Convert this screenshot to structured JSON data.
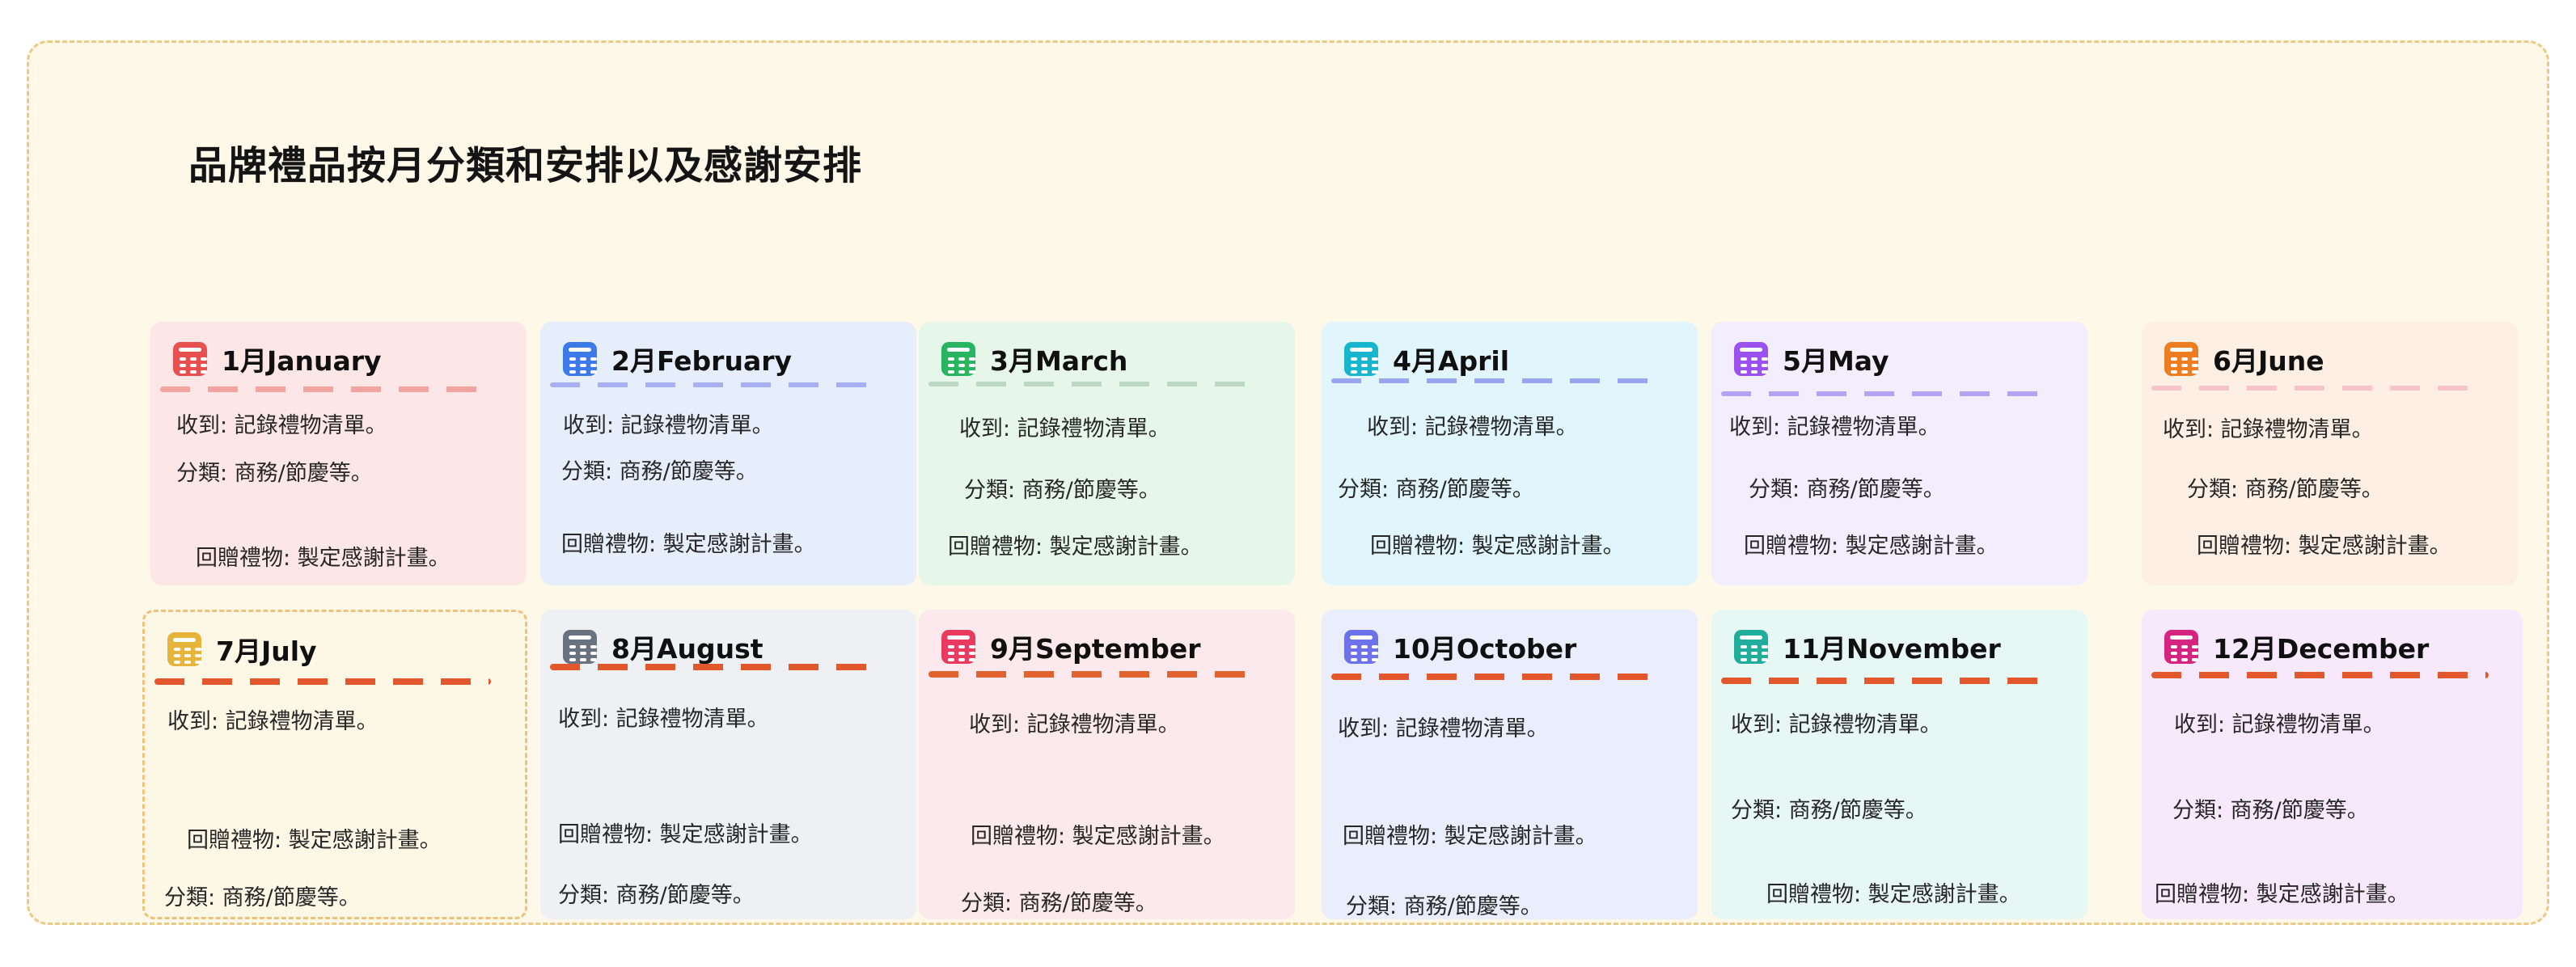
{
  "board": {
    "title": "品牌禮品按月分類和安排以及感謝安排",
    "background": "#fdf8e7",
    "border_color": "#ecca86"
  },
  "cards": [
    {
      "id": "january",
      "title": "1月January",
      "icon": "calendar-icon",
      "icon_color": "#e84f4f",
      "background": "#fce6e6",
      "divider_color": "#f2a4a1",
      "lines": [
        {
          "text": "收到: 記錄禮物清單。"
        },
        {
          "text": "分類: 商務/節慶等。"
        },
        {
          "text": "回贈禮物: 製定感謝計畫。"
        }
      ]
    },
    {
      "id": "february",
      "title": "2月February",
      "icon": "calendar-icon",
      "icon_color": "#3b7ae8",
      "background": "#e7eefb",
      "divider_color": "#a8aff2",
      "lines": [
        {
          "text": "收到: 記錄禮物清單。"
        },
        {
          "text": "分類: 商務/節慶等。"
        },
        {
          "text": "回贈禮物: 製定感謝計畫。"
        }
      ]
    },
    {
      "id": "march",
      "title": "3月March",
      "icon": "calendar-icon",
      "icon_color": "#27b561",
      "background": "#e6f7ea",
      "divider_color": "#bcd8c3",
      "lines": [
        {
          "text": "收到: 記錄禮物清單。"
        },
        {
          "text": "分類: 商務/節慶等。"
        },
        {
          "text": "回贈禮物: 製定感謝計畫。"
        }
      ]
    },
    {
      "id": "april",
      "title": "4月April",
      "icon": "calendar-icon",
      "icon_color": "#17b6ce",
      "background": "#e0f6fc",
      "divider_color": "#98a6ef",
      "lines": [
        {
          "text": "收到: 記錄禮物清單。"
        },
        {
          "text": "分類: 商務/節慶等。"
        },
        {
          "text": "回贈禮物: 製定感謝計畫。"
        }
      ]
    },
    {
      "id": "may",
      "title": "5月May",
      "icon": "calendar-icon",
      "icon_color": "#9b51f0",
      "background": "#f2eefd",
      "divider_color": "#b4a3f2",
      "lines": [
        {
          "text": "收到: 記錄禮物清單。"
        },
        {
          "text": "分類: 商務/節慶等。"
        },
        {
          "text": "回贈禮物: 製定感謝計畫。"
        }
      ]
    },
    {
      "id": "june",
      "title": "6月June",
      "icon": "calendar-icon",
      "icon_color": "#ee7d22",
      "background": "#fdefe3",
      "divider_color": "#f7c3cb",
      "lines": [
        {
          "text": "收到: 記錄禮物清單。"
        },
        {
          "text": "分類: 商務/節慶等。"
        },
        {
          "text": "回贈禮物: 製定感謝計畫。"
        }
      ]
    },
    {
      "id": "july",
      "title": "7月July",
      "icon": "calendar-icon",
      "icon_color": "#e6b43a",
      "background": "#fdf8e6",
      "border_color": "#eec27c",
      "divider_color": "#e2572b",
      "lines": [
        {
          "text": "收到: 記錄禮物清單。"
        },
        {
          "text": "回贈禮物: 製定感謝計畫。"
        },
        {
          "text": "分類: 商務/節慶等。"
        }
      ]
    },
    {
      "id": "august",
      "title": "8月August",
      "icon": "calendar-icon",
      "icon_color": "#697280",
      "background": "#eef0f3",
      "divider_color": "#e2572b",
      "lines": [
        {
          "text": "收到: 記錄禮物清單。"
        },
        {
          "text": "回贈禮物: 製定感謝計畫。"
        },
        {
          "text": "分類: 商務/節慶等。"
        }
      ]
    },
    {
      "id": "september",
      "title": "9月September",
      "icon": "calendar-icon",
      "icon_color": "#ea3a60",
      "background": "#fce9ed",
      "divider_color": "#e0622e",
      "lines": [
        {
          "text": "收到: 記錄禮物清單。"
        },
        {
          "text": "回贈禮物: 製定感謝計畫。"
        },
        {
          "text": "分類: 商務/節慶等。"
        }
      ]
    },
    {
      "id": "october",
      "title": "10月October",
      "icon": "calendar-icon",
      "icon_color": "#6c72e9",
      "background": "#e9edfc",
      "divider_color": "#e2572b",
      "lines": [
        {
          "text": "收到: 記錄禮物清單。"
        },
        {
          "text": "回贈禮物: 製定感謝計畫。"
        },
        {
          "text": "分類: 商務/節慶等。"
        }
      ]
    },
    {
      "id": "november",
      "title": "11月November",
      "icon": "calendar-icon",
      "icon_color": "#21ad9b",
      "background": "#e7f8f4",
      "divider_color": "#e2572b",
      "lines": [
        {
          "text": "收到: 記錄禮物清單。"
        },
        {
          "text": "分類: 商務/節慶等。"
        },
        {
          "text": "回贈禮物: 製定感謝計畫。"
        }
      ]
    },
    {
      "id": "december",
      "title": "12月December",
      "icon": "calendar-icon",
      "icon_color": "#d62481",
      "background": "#f7e8fb",
      "divider_color": "#e2572b",
      "lines": [
        {
          "text": "收到: 記錄禮物清單。"
        },
        {
          "text": "分類: 商務/節慶等。"
        },
        {
          "text": "回贈禮物: 製定感謝計畫。"
        }
      ]
    }
  ]
}
